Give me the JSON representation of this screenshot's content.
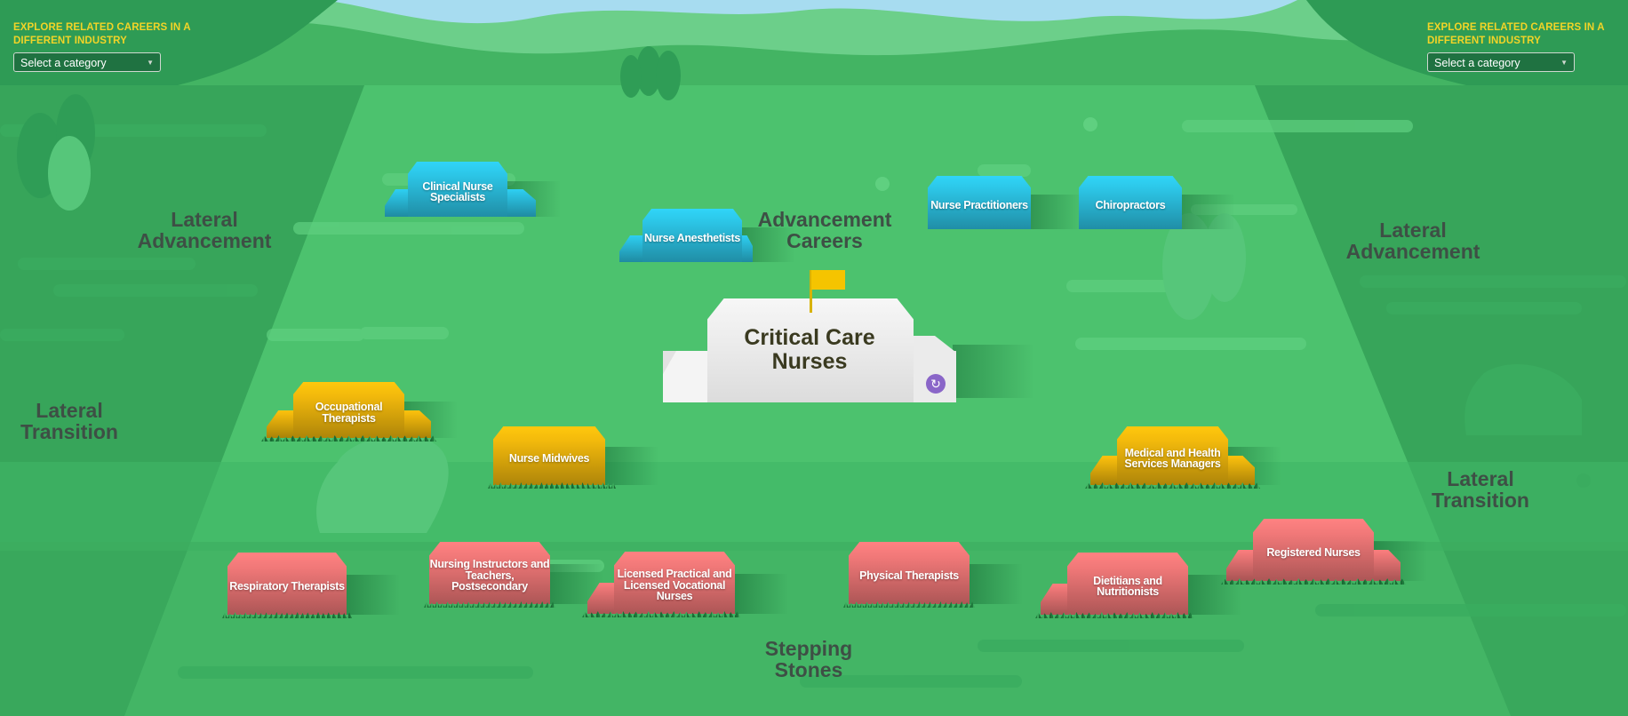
{
  "explore": {
    "label": "EXPLORE RELATED CAREERS IN A DIFFERENT INDUSTRY",
    "select_placeholder": "Select a category"
  },
  "zones": {
    "advancement": [
      "Advancement",
      "Careers"
    ],
    "lateral_advancement": [
      "Lateral",
      "Advancement"
    ],
    "lateral_transition": [
      "Lateral",
      "Transition"
    ],
    "stepping_stones": [
      "Stepping",
      "Stones"
    ]
  },
  "center": {
    "title": "Critical Care Nurses",
    "reset_icon": "refresh-icon",
    "flag_color": "#f5c400"
  },
  "careers": {
    "advancement": [
      "Clinical Nurse Specialists",
      "Nurse Anesthetists",
      "Nurse Practitioners",
      "Chiropractors"
    ],
    "lateral": [
      "Occupational Therapists",
      "Nurse Midwives",
      "Medical and Health Services Managers"
    ],
    "stepping": [
      "Respiratory Therapists",
      "Nursing Instructors and Teachers, Postsecondary",
      "Licensed Practical and Licensed Vocational Nurses",
      "Physical Therapists",
      "Dietitians and Nutritionists",
      "Registered Nurses"
    ]
  },
  "colors": {
    "advancement": "#2cc5e6",
    "lateral": "#f2b90c",
    "stepping": "#f07878",
    "center": "#f2f2f2",
    "zone_text": "#3e4f45",
    "explore_text": "#f2d427"
  }
}
